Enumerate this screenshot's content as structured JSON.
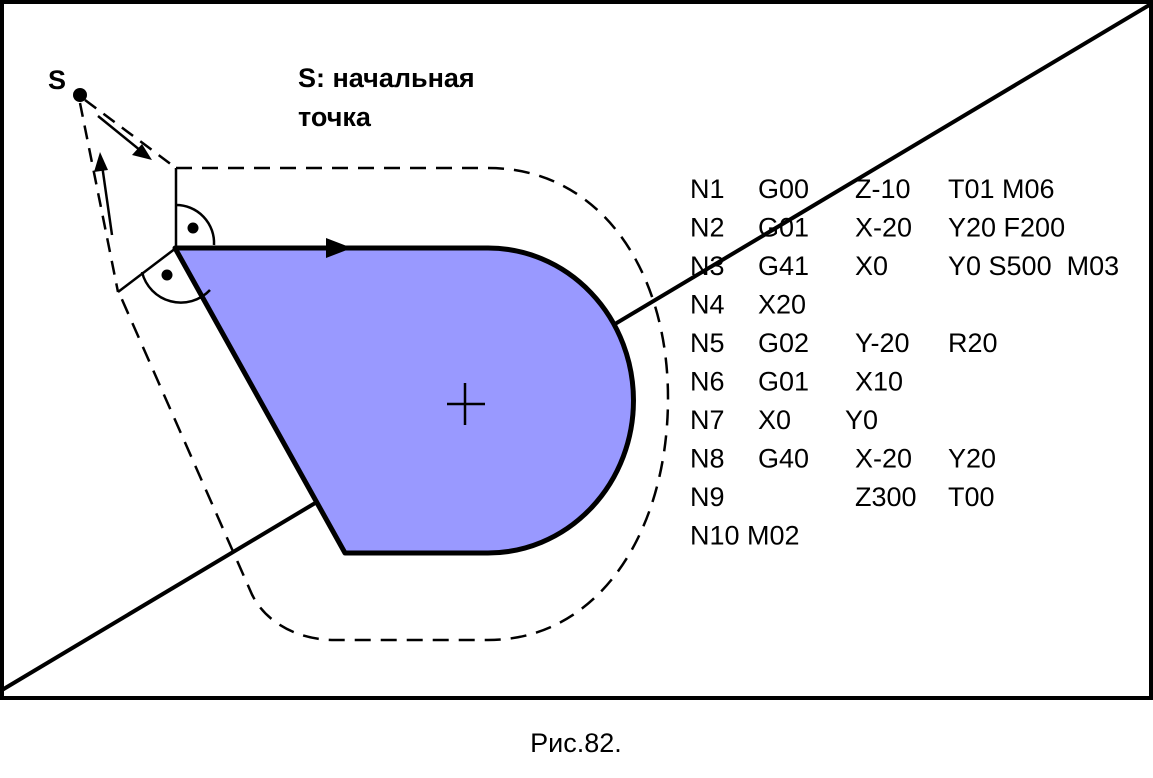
{
  "start_point": {
    "letter": "S",
    "label_line1": "S: начальная",
    "label_line2": "точка"
  },
  "program": [
    [
      "N1",
      "G00",
      "Z-10",
      "T01 M06"
    ],
    [
      "N2",
      "G01",
      "X-20",
      "Y20 F200"
    ],
    [
      "N3",
      "G41",
      "X0",
      "Y0 S500  M03"
    ],
    [
      "N4",
      "X20",
      "",
      ""
    ],
    [
      "N5",
      "G02",
      "Y-20",
      "R20"
    ],
    [
      "N6",
      "G01",
      "X10",
      ""
    ],
    [
      "N7",
      "X0",
      "Y0",
      ""
    ],
    [
      "N8",
      "G40",
      "X-20",
      "Y20"
    ],
    [
      "N9",
      "",
      "Z300",
      "T00"
    ],
    [
      "N10 M02",
      "",
      "",
      ""
    ]
  ],
  "caption": "Рис.82.",
  "colors": {
    "workpiece_fill": "#9999ff",
    "stroke": "#000000",
    "background": "#ffffff"
  },
  "markers": {
    "center": "plus-cross-icon",
    "direction": "arrowhead-icon",
    "right_angle": "right-angle-arc-icon"
  }
}
